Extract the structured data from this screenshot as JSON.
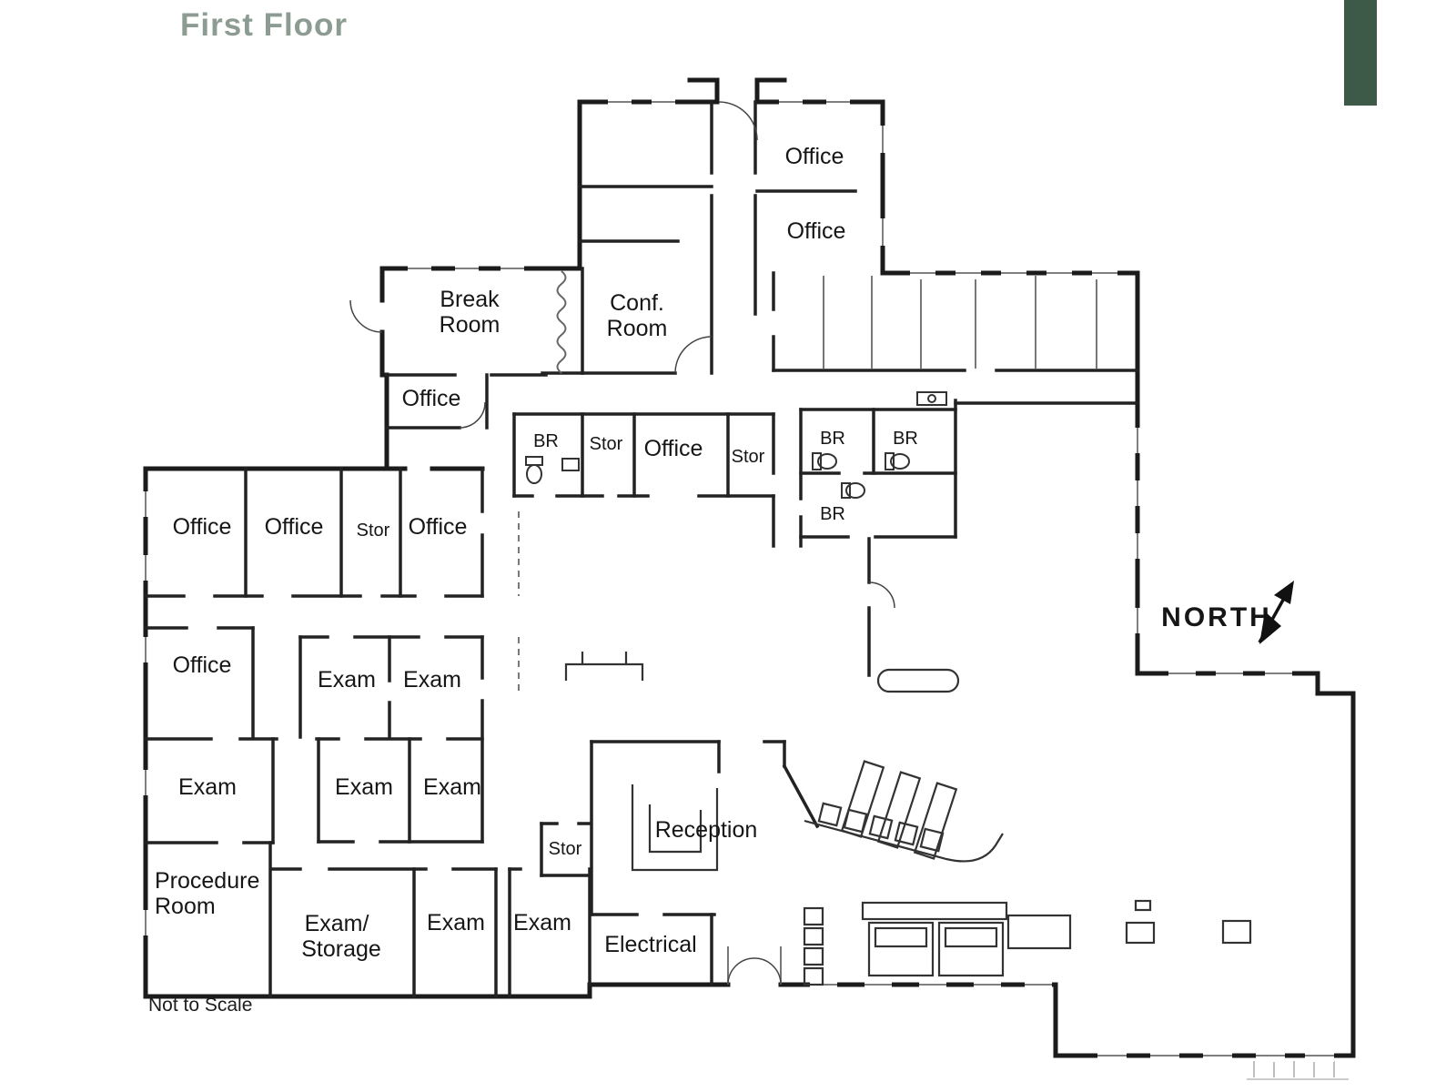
{
  "page": {
    "title": "First Floor",
    "scale_note": "Not to Scale",
    "colors": {
      "accent_green": "#3d5a49",
      "title_gray_green": "#8d9c93",
      "wall_black": "#1b1b1b"
    }
  },
  "north": {
    "label": "NORTH"
  },
  "rooms": [
    {
      "id": "office-ne-1",
      "label": "Office"
    },
    {
      "id": "office-ne-2",
      "label": "Office"
    },
    {
      "id": "break-room",
      "line1": "Break",
      "line2": "Room"
    },
    {
      "id": "conference-room",
      "line1": "Conf.",
      "line2": "Room"
    },
    {
      "id": "office-upper-left",
      "label": "Office"
    },
    {
      "id": "restroom-1",
      "label": "BR"
    },
    {
      "id": "storage-1",
      "label": "Stor"
    },
    {
      "id": "office-center",
      "label": "Office"
    },
    {
      "id": "storage-2",
      "label": "Stor"
    },
    {
      "id": "restroom-2",
      "label": "BR"
    },
    {
      "id": "restroom-3",
      "label": "BR"
    },
    {
      "id": "restroom-4",
      "label": "BR"
    },
    {
      "id": "office-west-1",
      "label": "Office"
    },
    {
      "id": "office-west-2",
      "label": "Office"
    },
    {
      "id": "storage-3",
      "label": "Stor"
    },
    {
      "id": "office-west-3",
      "label": "Office"
    },
    {
      "id": "office-west-4",
      "label": "Office"
    },
    {
      "id": "exam-1",
      "label": "Exam"
    },
    {
      "id": "exam-2",
      "label": "Exam"
    },
    {
      "id": "exam-3",
      "label": "Exam"
    },
    {
      "id": "exam-4",
      "label": "Exam"
    },
    {
      "id": "exam-5",
      "label": "Exam"
    },
    {
      "id": "storage-4",
      "label": "Stor"
    },
    {
      "id": "reception",
      "label": "Reception"
    },
    {
      "id": "procedure-room",
      "line1": "Procedure",
      "line2": "Room"
    },
    {
      "id": "exam-storage",
      "line1": "Exam/",
      "line2": "Storage"
    },
    {
      "id": "exam-6",
      "label": "Exam"
    },
    {
      "id": "exam-7",
      "label": "Exam"
    },
    {
      "id": "electrical",
      "label": "Electrical"
    }
  ]
}
